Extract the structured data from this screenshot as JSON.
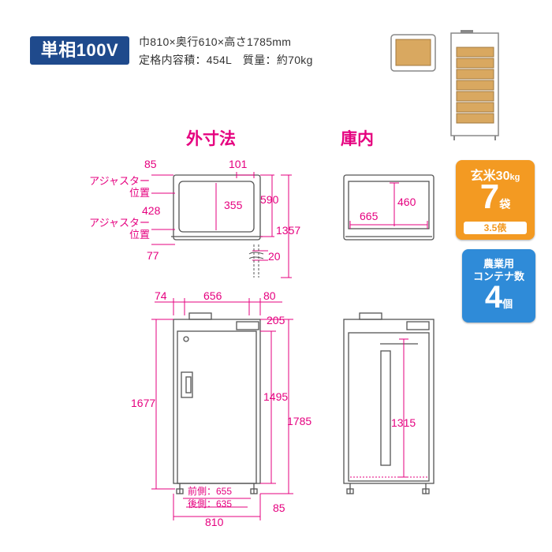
{
  "header": {
    "power": "単相100V",
    "spec_line1": "巾810×奥行610×高さ1785mm",
    "spec_line2": "定格内容積：454L　質量：約70kg"
  },
  "sections": {
    "exterior_title": "外寸法",
    "interior_title": "庫内"
  },
  "top_view": {
    "adjuster_label": "アジャスター\n位置",
    "d_85": "85",
    "d_101": "101",
    "d_428": "428",
    "d_77": "77",
    "d_355": "355",
    "d_590": "590",
    "d_1357": "1357",
    "d_20": "20"
  },
  "interior_top": {
    "d_460": "460",
    "d_665": "665"
  },
  "front_view": {
    "d_74": "74",
    "d_656": "656",
    "d_80": "80",
    "d_205": "205",
    "d_1677": "1677",
    "d_1495": "1495",
    "d_1785": "1785",
    "d_85": "85",
    "front_label": "前側：655",
    "back_label": "後側：635",
    "d_810": "810"
  },
  "interior_front": {
    "d_1315": "1315"
  },
  "badges": {
    "rice_line1": "玄米30",
    "rice_unit": "kg",
    "rice_count": "7",
    "rice_count_unit": "袋",
    "rice_sub": "3.5俵",
    "box_line1": "農業用",
    "box_line2": "コンテナ数",
    "box_count": "4",
    "box_count_unit": "個"
  },
  "colors": {
    "dimension": "#e5007f",
    "power_badge": "#1f4a8c",
    "rice_badge": "#f39a22",
    "box_badge": "#2f8bd8",
    "shelf": "#d9a860"
  }
}
